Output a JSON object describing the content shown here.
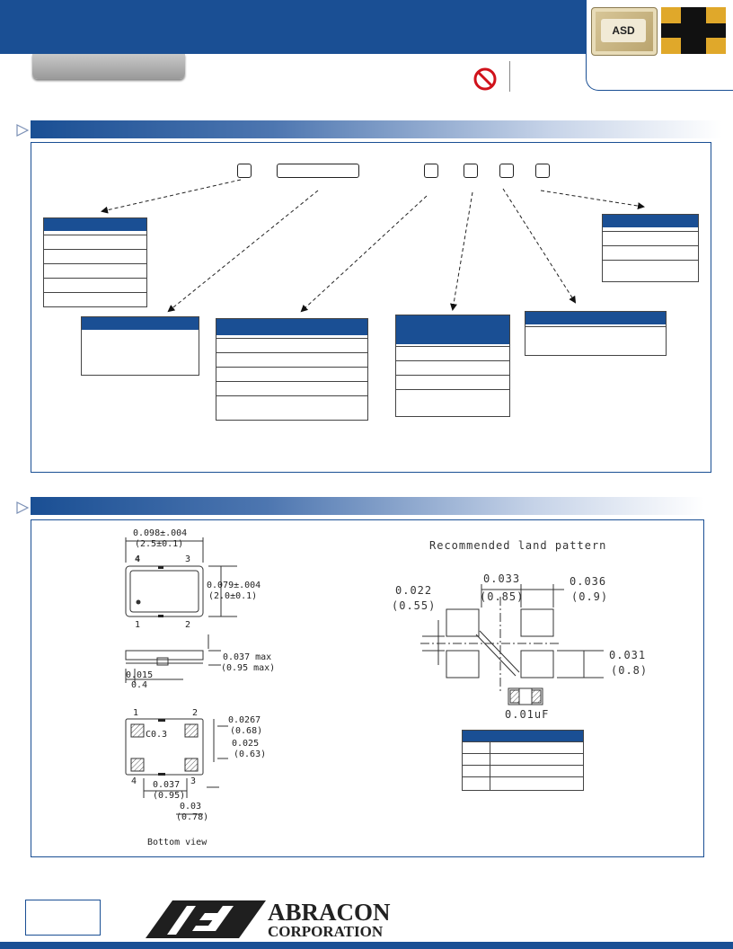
{
  "header": {
    "chip_left_label": "ASD"
  },
  "section2": {
    "land_pattern_title": "Recommended land pattern",
    "bottom_view_label": "Bottom view",
    "cap_label": "0.01uF",
    "dims": {
      "top_width": "0.098±.004",
      "top_width_mm": "(2.5±0.1)",
      "top_height": "0.079±.004",
      "top_height_mm": "(2.0±0.1)",
      "pin4": "4",
      "pin3": "3",
      "pin1": "1",
      "pin2": "2",
      "side_height": "0.037 max",
      "side_height_mm": "(0.95 max)",
      "side_lead": "0.015",
      "side_lead_mm": "0.4",
      "b_pin1": "1",
      "b_pin2": "2",
      "b_pin4": "4",
      "b_pin3": "3",
      "chamfer": "C0.3",
      "pad_w": "0.0267",
      "pad_w_mm": "(0.68)",
      "pad_h": "0.025",
      "pad_h_mm": "(0.63)",
      "pitch": "0.037",
      "pitch_mm": "(0.95)",
      "pitch_y": "0.03",
      "pitch_y_mm": "(0.78)",
      "lp_a": "0.022",
      "lp_a_mm": "(0.55)",
      "lp_b": "0.033",
      "lp_b_mm": "(0.85)",
      "lp_c": "0.036",
      "lp_c_mm": "(0.9)",
      "lp_d": "0.031",
      "lp_d_mm": "(0.8)"
    }
  },
  "footer": {
    "logo_line1": "ABRACON",
    "logo_line2": "CORPORATION"
  }
}
